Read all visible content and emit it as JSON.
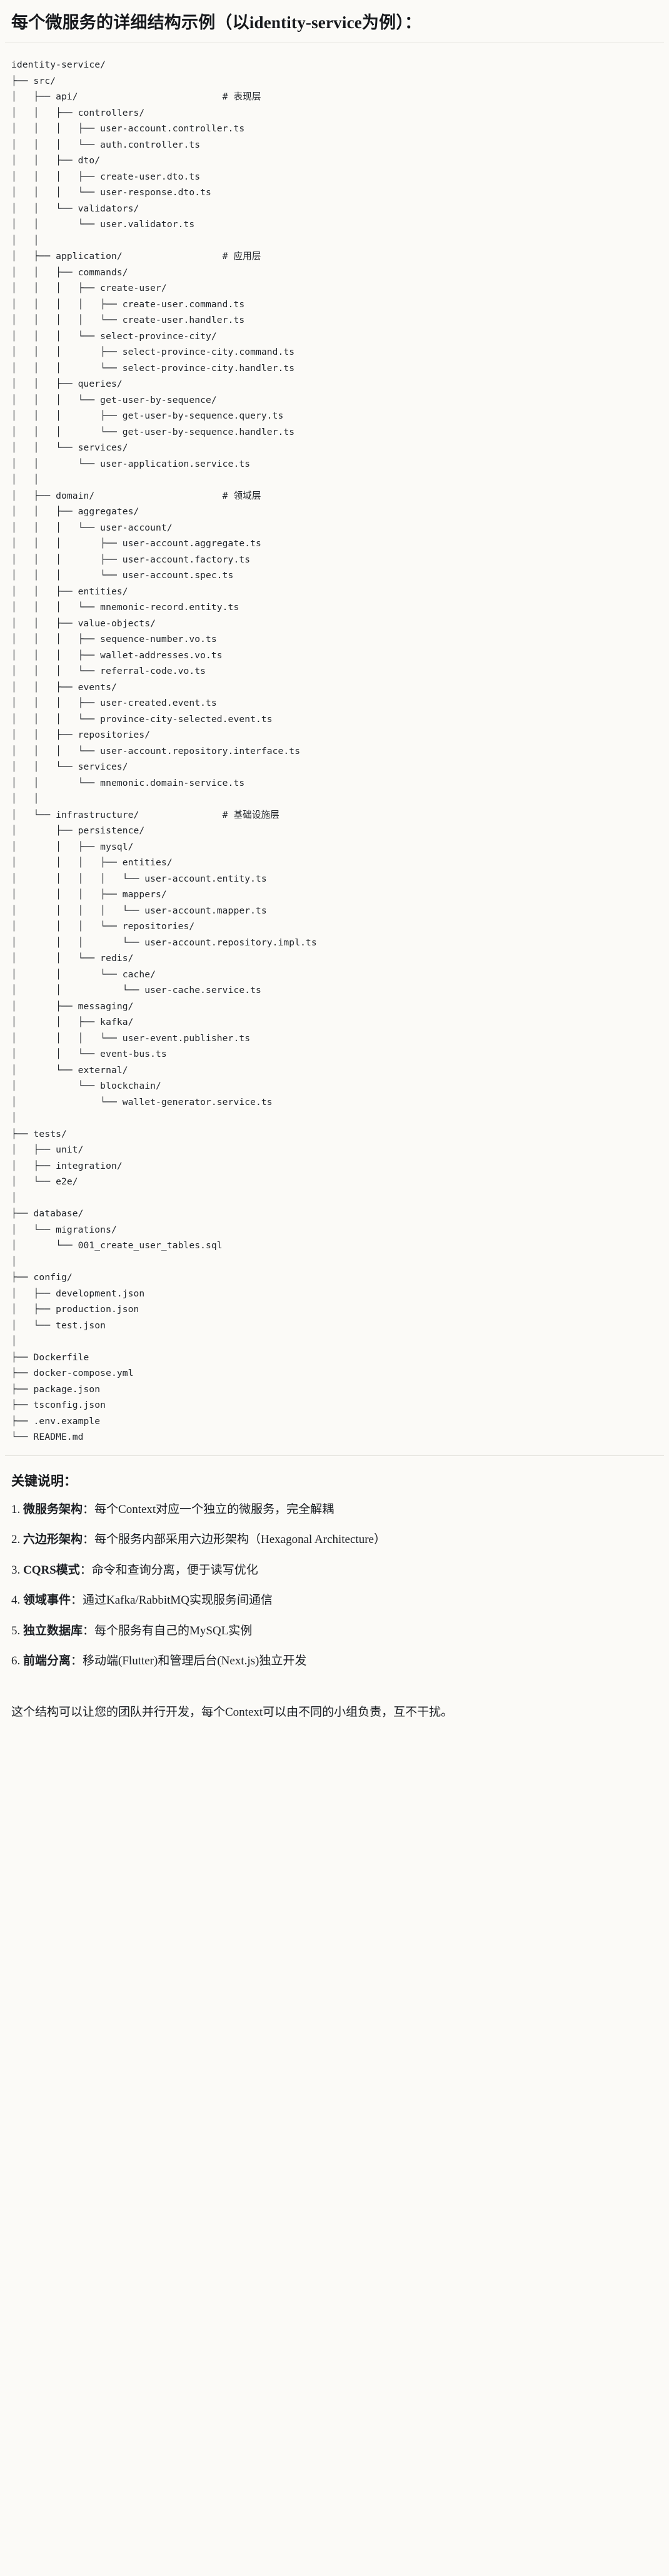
{
  "header": {
    "title": "每个微服务的详细结构示例（以identity-service为例）："
  },
  "tree": {
    "root_label": "identity-service/",
    "comments": {
      "api": "# 表现层",
      "application": "# 应用层",
      "domain": "# 领域层",
      "infrastructure": "# 基础设施层"
    },
    "text": "identity-service/\n├── src/\n│   ├── api/                          # 表现层\n│   │   ├── controllers/\n│   │   │   ├── user-account.controller.ts\n│   │   │   └── auth.controller.ts\n│   │   ├── dto/\n│   │   │   ├── create-user.dto.ts\n│   │   │   └── user-response.dto.ts\n│   │   └── validators/\n│   │       └── user.validator.ts\n│   │\n│   ├── application/                  # 应用层\n│   │   ├── commands/\n│   │   │   ├── create-user/\n│   │   │   │   ├── create-user.command.ts\n│   │   │   │   └── create-user.handler.ts\n│   │   │   └── select-province-city/\n│   │   │       ├── select-province-city.command.ts\n│   │   │       └── select-province-city.handler.ts\n│   │   ├── queries/\n│   │   │   └── get-user-by-sequence/\n│   │   │       ├── get-user-by-sequence.query.ts\n│   │   │       └── get-user-by-sequence.handler.ts\n│   │   └── services/\n│   │       └── user-application.service.ts\n│   │\n│   ├── domain/                       # 领域层\n│   │   ├── aggregates/\n│   │   │   └── user-account/\n│   │   │       ├── user-account.aggregate.ts\n│   │   │       ├── user-account.factory.ts\n│   │   │       └── user-account.spec.ts\n│   │   ├── entities/\n│   │   │   └── mnemonic-record.entity.ts\n│   │   ├── value-objects/\n│   │   │   ├── sequence-number.vo.ts\n│   │   │   ├── wallet-addresses.vo.ts\n│   │   │   └── referral-code.vo.ts\n│   │   ├── events/\n│   │   │   ├── user-created.event.ts\n│   │   │   └── province-city-selected.event.ts\n│   │   ├── repositories/\n│   │   │   └── user-account.repository.interface.ts\n│   │   └── services/\n│   │       └── mnemonic.domain-service.ts\n│   │\n│   └── infrastructure/               # 基础设施层\n│       ├── persistence/\n│       │   ├── mysql/\n│       │   │   ├── entities/\n│       │   │   │   └── user-account.entity.ts\n│       │   │   ├── mappers/\n│       │   │   │   └── user-account.mapper.ts\n│       │   │   └── repositories/\n│       │   │       └── user-account.repository.impl.ts\n│       │   └── redis/\n│       │       └── cache/\n│       │           └── user-cache.service.ts\n│       ├── messaging/\n│       │   ├── kafka/\n│       │   │   └── user-event.publisher.ts\n│       │   └── event-bus.ts\n│       └── external/\n│           └── blockchain/\n│               └── wallet-generator.service.ts\n│\n├── tests/\n│   ├── unit/\n│   ├── integration/\n│   └── e2e/\n│\n├── database/\n│   └── migrations/\n│       └── 001_create_user_tables.sql\n│\n├── config/\n│   ├── development.json\n│   ├── production.json\n│   └── test.json\n│\n├── Dockerfile\n├── docker-compose.yml\n├── package.json\n├── tsconfig.json\n├── .env.example\n└── README.md"
  },
  "notes": {
    "title": "关键说明：",
    "items": [
      {
        "key": "微服务架构",
        "body": "：每个Context对应一个独立的微服务，完全解耦"
      },
      {
        "key": "六边形架构",
        "body": "：每个服务内部采用六边形架构（Hexagonal Architecture）"
      },
      {
        "key": "CQRS模式",
        "body": "：命令和查询分离，便于读写优化"
      },
      {
        "key": "领域事件",
        "body": "：通过Kafka/RabbitMQ实现服务间通信"
      },
      {
        "key": "独立数据库",
        "body": "：每个服务有自己的MySQL实例"
      },
      {
        "key": "前端分离",
        "body": "：移动端(Flutter)和管理后台(Next.js)独立开发"
      }
    ],
    "closing": "这个结构可以让您的团队并行开发，每个Context可以由不同的小组负责，互不干扰。"
  },
  "colors": {
    "page_background": "#fbfaf7",
    "text": "#1f1f1f",
    "tree_text": "#22262b",
    "divider": "#e3e1dc"
  }
}
